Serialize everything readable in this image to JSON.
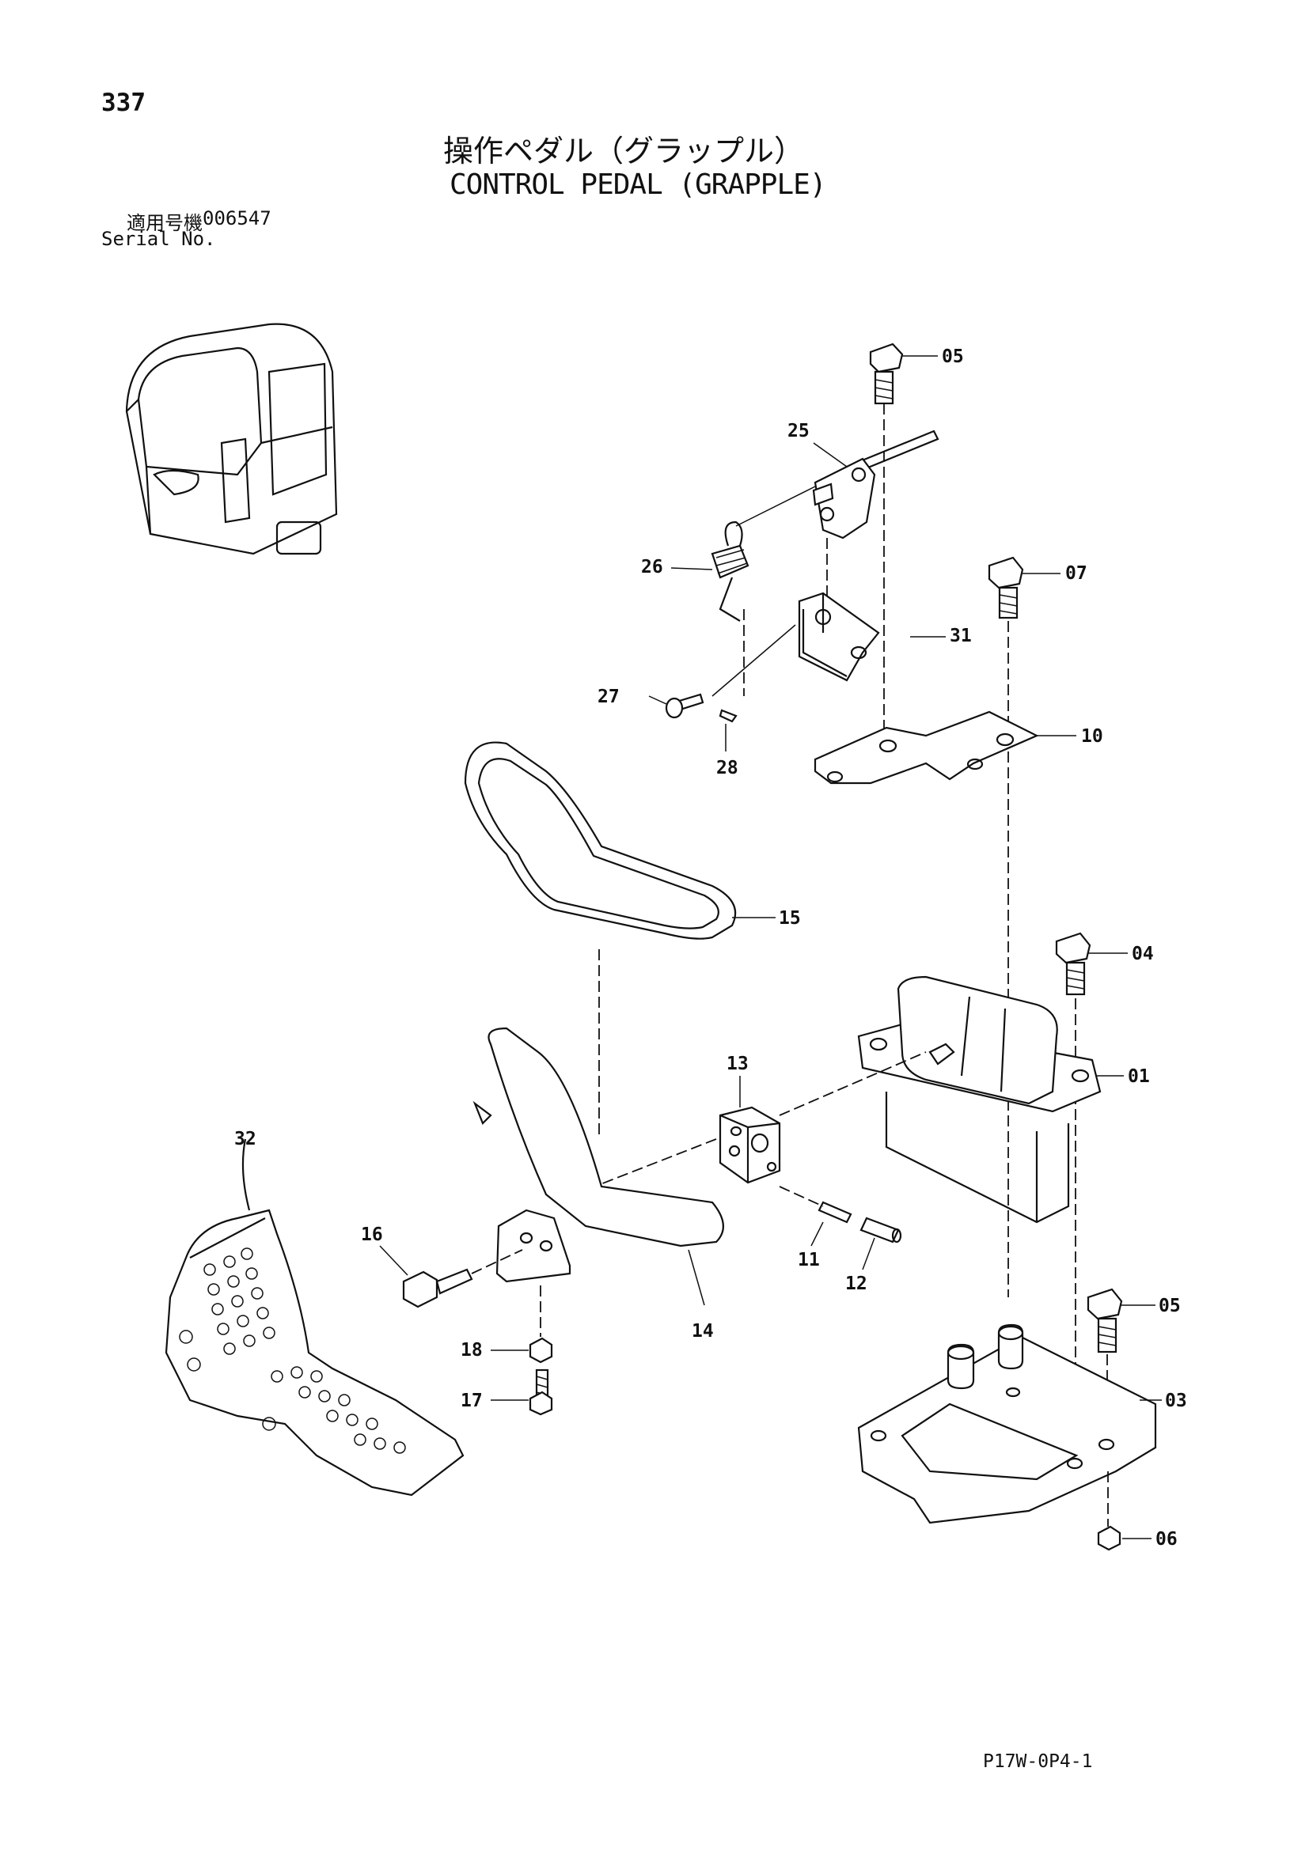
{
  "page": {
    "page_number": "337",
    "title_jp": "操作ペダル（グラップル）",
    "title_en": "CONTROL PEDAL (GRAPPLE)",
    "serial_label_jp": "適用号機",
    "serial_value": "006547",
    "serial_label_en": "Serial No.",
    "drawing_code": "P17W-0P4-1"
  },
  "diagram": {
    "callouts": {
      "p01": "01",
      "p03": "03",
      "p04": "04",
      "p05a": "05",
      "p05b": "05",
      "p06": "06",
      "p07": "07",
      "p10": "10",
      "p11": "11",
      "p12": "12",
      "p13": "13",
      "p14": "14",
      "p15": "15",
      "p16": "16",
      "p17": "17",
      "p18": "18",
      "p25": "25",
      "p26": "26",
      "p27": "27",
      "p28": "28",
      "p31": "31",
      "p32": "32"
    }
  }
}
